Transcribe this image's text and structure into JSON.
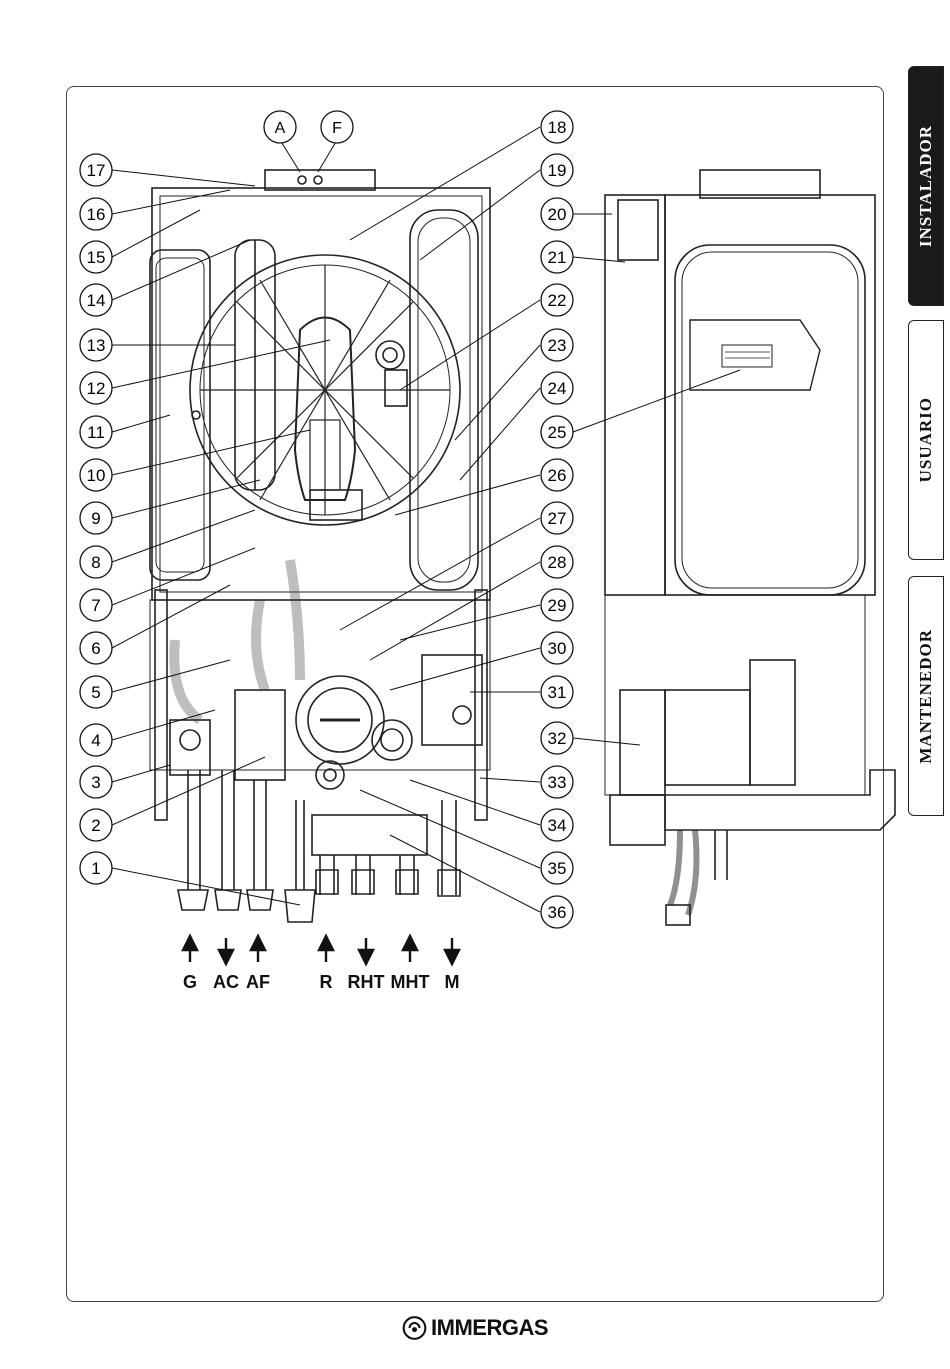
{
  "side_tabs": [
    {
      "label": "INSTALADOR",
      "active": true
    },
    {
      "label": "USUARIO",
      "active": false
    },
    {
      "label": "MANTENEDOR",
      "active": false
    }
  ],
  "letter_callouts": [
    "A",
    "F"
  ],
  "left_callouts": [
    "17",
    "16",
    "15",
    "14",
    "13",
    "12",
    "11",
    "10",
    "9",
    "8",
    "7",
    "6",
    "5",
    "4",
    "3",
    "2",
    "1"
  ],
  "right_callouts": [
    "18",
    "19",
    "20",
    "21",
    "22",
    "23",
    "24",
    "25",
    "26",
    "27",
    "28",
    "29",
    "30",
    "31",
    "32",
    "33",
    "34",
    "35",
    "36"
  ],
  "flow_labels": [
    "G",
    "AC",
    "AF",
    "R",
    "RHT",
    "MHT",
    "M"
  ],
  "brand": {
    "name": "IMMERGAS"
  },
  "colors": {
    "ink": "#111111",
    "tab_active": "#1a1a1a"
  }
}
